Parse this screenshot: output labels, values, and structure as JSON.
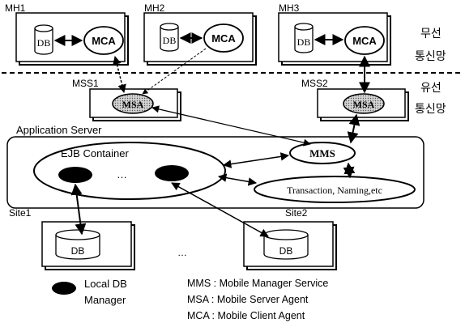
{
  "hosts": [
    {
      "name": "MH1",
      "db": "DB",
      "agent": "MCA"
    },
    {
      "name": "MH2",
      "db": "DB",
      "agent": "MCA"
    },
    {
      "name": "MH3",
      "db": "DB",
      "agent": "MCA"
    }
  ],
  "network": {
    "wireless": [
      "무선",
      "통신망"
    ],
    "wired": [
      "유선",
      "통신망"
    ]
  },
  "mss": [
    {
      "name": "MSS1",
      "agent": "MSA"
    },
    {
      "name": "MSS2",
      "agent": "MSA"
    }
  ],
  "app_server": {
    "title": "Application Server",
    "ejb_container": "EJB Container",
    "ellipsis": "…",
    "mms": "MMS",
    "services": "Transaction, Naming,etc"
  },
  "sites": [
    {
      "name": "Site1",
      "db": "DB"
    },
    {
      "name": "Site2",
      "db": "DB"
    }
  ],
  "sites_ellipsis": "…",
  "legend": {
    "local_db_line1": "Local  DB",
    "local_db_line2": "Manager",
    "items": [
      "MMS : Mobile Manager Service",
      "MSA : Mobile Server Agent",
      "MCA : Mobile Client Agent"
    ]
  },
  "colors": {
    "ink": "#000000",
    "msa_fill": "#bdbdbd",
    "background": "#ffffff"
  }
}
